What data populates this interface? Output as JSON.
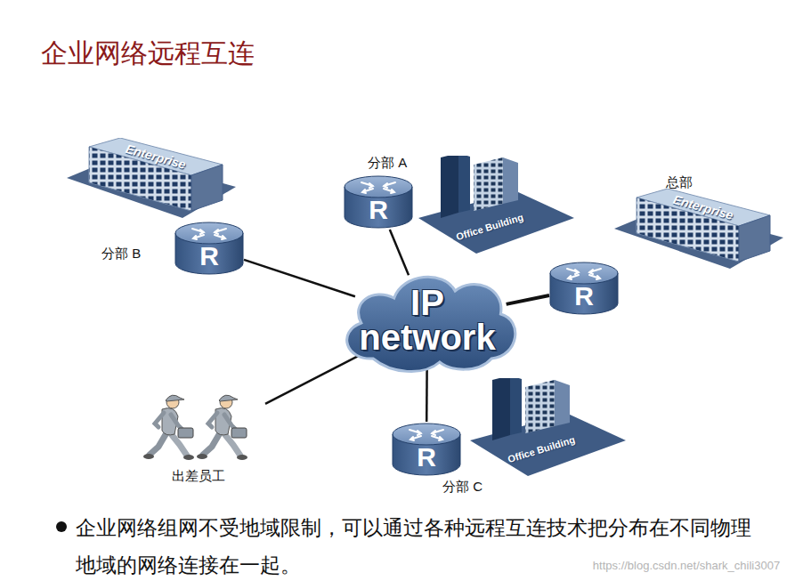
{
  "diagram": {
    "title": "企业网络远程互连",
    "caption": "企业网络组网不受地域限制，可以通过各种远程互连技术把分布在不同物理地域的网络连接在一起。",
    "nodes": [
      {
        "text": [
          "分部 A",
          "R"
        ]
      },
      {
        "text": [
          "分部 B",
          "R"
        ]
      },
      {
        "text": [
          "总部",
          "R"
        ]
      },
      {
        "text": [
          "IP network"
        ]
      },
      {
        "text": [
          "出差员工"
        ]
      },
      {
        "text": [
          "分部 C",
          "R"
        ]
      }
    ],
    "edges": [
      {
        "from": 3,
        "to": 0,
        "arrow": "none"
      },
      {
        "from": 3,
        "to": 1,
        "arrow": "none"
      },
      {
        "from": 3,
        "to": 2,
        "arrow": "none"
      },
      {
        "from": 3,
        "to": 4,
        "arrow": "none"
      },
      {
        "from": 3,
        "to": 5,
        "arrow": "none"
      }
    ],
    "labels": [
      "Enterprise",
      "Office Building",
      "Enterprise",
      "Office Building",
      "https://blog.csdn.net/shark_chili3007"
    ]
  }
}
